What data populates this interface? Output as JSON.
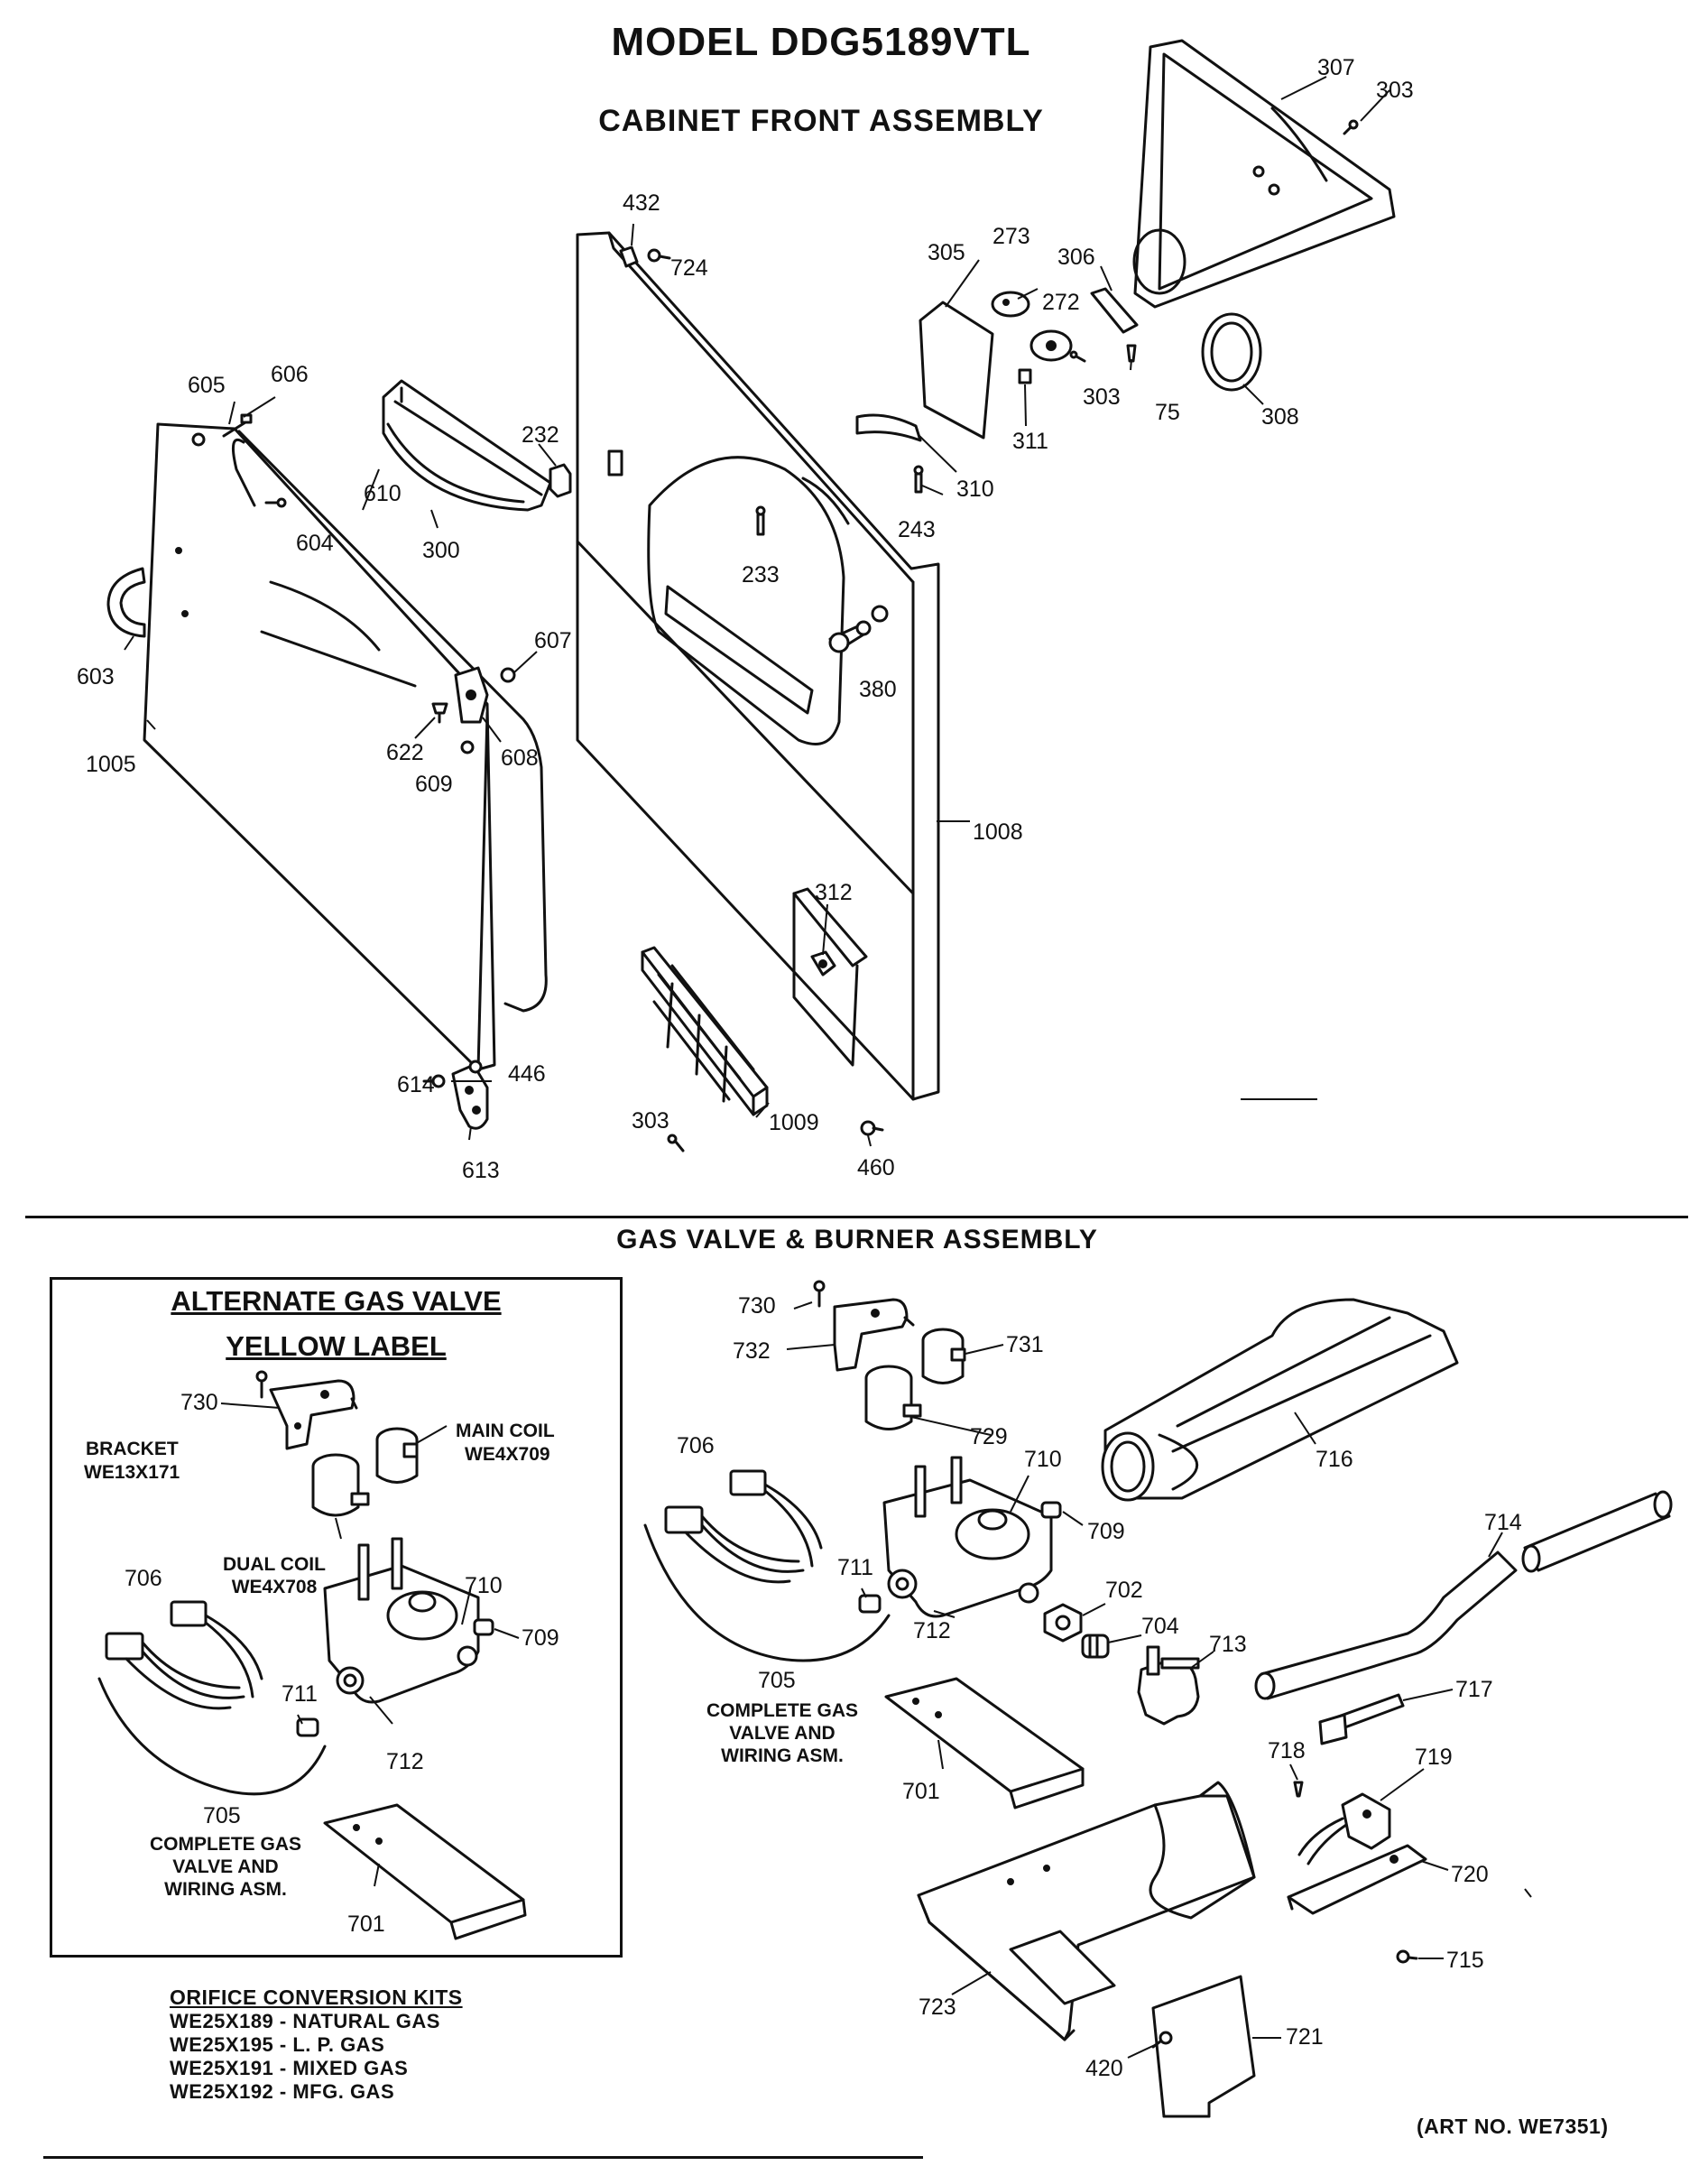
{
  "titles": {
    "model": "MODEL DDG5189VTL",
    "cabinet": "CABINET FRONT ASSEMBLY",
    "gas": "GAS VALVE & BURNER ASSEMBLY"
  },
  "alternate": {
    "title_line1": "ALTERNATE GAS VALVE",
    "title_line2": "YELLOW LABEL",
    "bracket": "BRACKET",
    "bracket_part": "WE13X171",
    "main_coil": "MAIN COIL",
    "main_coil_part": "WE4X709",
    "dual_coil": "DUAL COIL",
    "dual_coil_part": "WE4X708",
    "complete_line1": "COMPLETE GAS",
    "complete_line2": "VALVE AND",
    "complete_line3": "WIRING ASM."
  },
  "main_caption": {
    "line1": "COMPLETE GAS",
    "line2": "VALVE AND",
    "line3": "WIRING ASM."
  },
  "orifice": {
    "title": "ORIFICE CONVERSION KITS",
    "kits": [
      "WE25X189 - NATURAL GAS",
      "WE25X195 - L. P. GAS",
      "WE25X191 - MIXED GAS",
      "WE25X192 - MFG. GAS"
    ]
  },
  "art_no": "(ART NO. WE7351)",
  "parts": {
    "p307": "307",
    "p303a": "303",
    "p432": "432",
    "p724": "724",
    "p305": "305",
    "p273": "273",
    "p306": "306",
    "p272": "272",
    "p303b": "303",
    "p75": "75",
    "p308": "308",
    "p311": "311",
    "p310": "310",
    "p243": "243",
    "p605": "605",
    "p606": "606",
    "p232": "232",
    "p610": "610",
    "p604": "604",
    "p300": "300",
    "p233": "233",
    "p380": "380",
    "p607": "607",
    "p603": "603",
    "p622": "622",
    "p608": "608",
    "p609": "609",
    "p1005": "1005",
    "p1008": "1008",
    "p312": "312",
    "p614": "614",
    "p446": "446",
    "p613": "613",
    "p303c": "303",
    "p1009": "1009",
    "p460": "460",
    "a730": "730",
    "a706": "706",
    "a710": "710",
    "a709": "709",
    "a711": "711",
    "a712": "712",
    "a705": "705",
    "a701": "701",
    "m730": "730",
    "m732": "732",
    "m731": "731",
    "m729": "729",
    "m716": "716",
    "m706": "706",
    "m710": "710",
    "m709": "709",
    "m714": "714",
    "m711": "711",
    "m702": "702",
    "m712": "712",
    "m704": "704",
    "m713": "713",
    "m705": "705",
    "m717": "717",
    "m701": "701",
    "m718": "718",
    "m719": "719",
    "m720": "720",
    "m715": "715",
    "m723": "723",
    "m721": "721",
    "m420": "420"
  }
}
